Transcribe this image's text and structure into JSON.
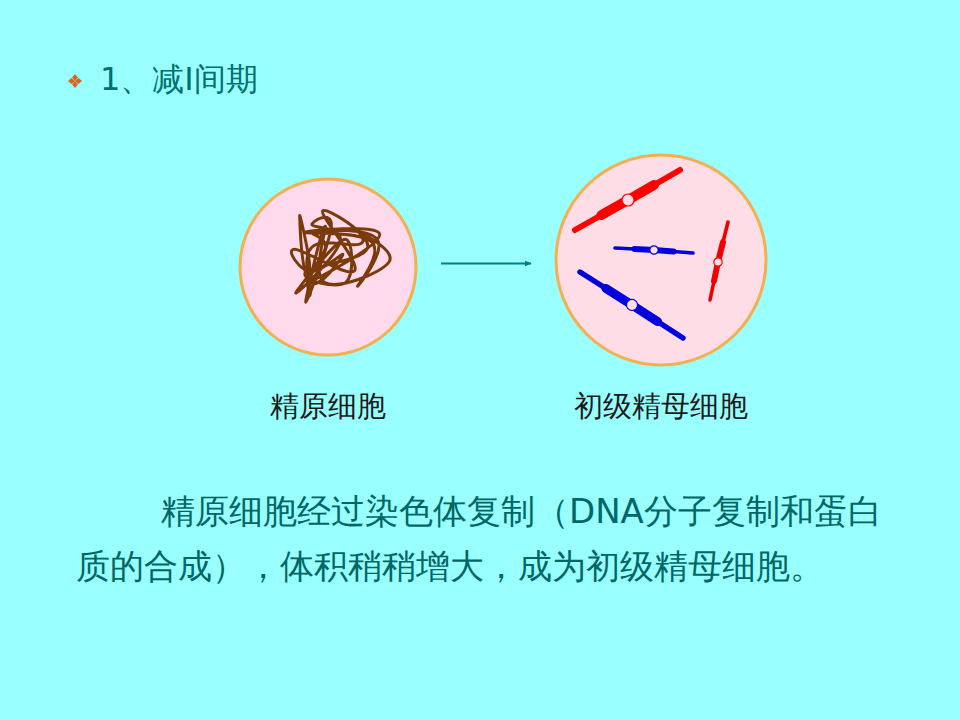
{
  "diagram": {
    "title": "1、减Ⅰ间期",
    "nodes": [
      {
        "text": [
          "精原细胞"
        ]
      },
      {
        "text": [
          "初级精母细胞"
        ]
      }
    ],
    "edges": [
      {
        "from": 0,
        "to": 1,
        "arrow": "to"
      }
    ],
    "labels": [
      "精原细胞经过染色体复制（DNA分子复制和蛋白质的合成），体积稍稍增大，成为初级精母细胞。"
    ]
  }
}
